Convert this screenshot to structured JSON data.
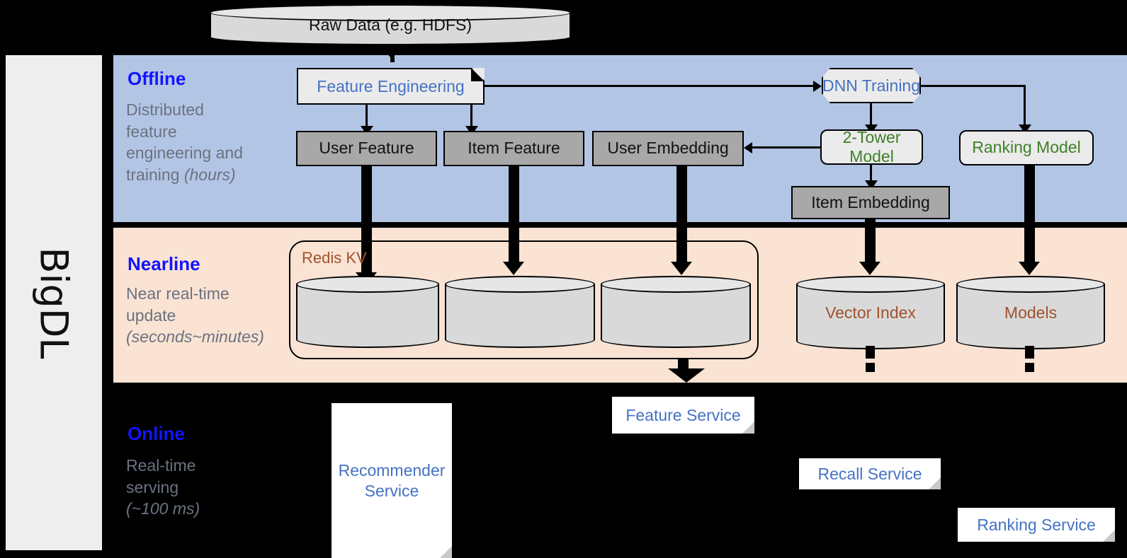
{
  "sidebar": {
    "label": "BigDL"
  },
  "bands": {
    "offline": {
      "title": "Offline",
      "subtitle": "Distributed feature engineering and training (hours)",
      "subtitle_plain": "Distributed\nfeature\nengineering and\ntraining ",
      "italic": "(hours)",
      "bg": "#b2c5e5",
      "title_color": "#1414ff"
    },
    "nearline": {
      "title": "Nearline",
      "subtitle_plain": "Near real-time\nupdate\n",
      "italic": "(seconds~minutes)",
      "bg": "#fae3d3",
      "title_color": "#1414ff"
    },
    "online": {
      "title": "Online",
      "subtitle_plain": "Real-time\nserving\n",
      "italic": "(~100 ms)",
      "bg": "#000000",
      "title_color": "#1414ff"
    }
  },
  "source": {
    "raw_data": "Raw Data (e.g. HDFS)"
  },
  "offline_nodes": {
    "feature_engineering": "Feature Engineering",
    "dnn_training": "DNN Training",
    "user_feature": "User Feature",
    "item_feature": "Item Feature",
    "user_embedding": "User Embedding",
    "two_tower_model": "2-Tower Model",
    "ranking_model": "Ranking Model",
    "item_embedding": "Item Embedding"
  },
  "nearline_nodes": {
    "redis_kv": "Redis KV",
    "store_1": "",
    "store_2": "",
    "store_3": "",
    "vector_index": "Vector Index",
    "models": "Models"
  },
  "online_nodes": {
    "recommender_service": "Recommender Service",
    "feature_service": "Feature Service",
    "recall_service": "Recall Service",
    "ranking_service": "Ranking Service"
  },
  "colors": {
    "blue_text": "#4472c4",
    "green_text": "#3f7f28",
    "brown_text": "#a0522d",
    "band_title": "#1414ff",
    "grey_box": "#a8a8a8",
    "light_box": "#ebebeb"
  }
}
